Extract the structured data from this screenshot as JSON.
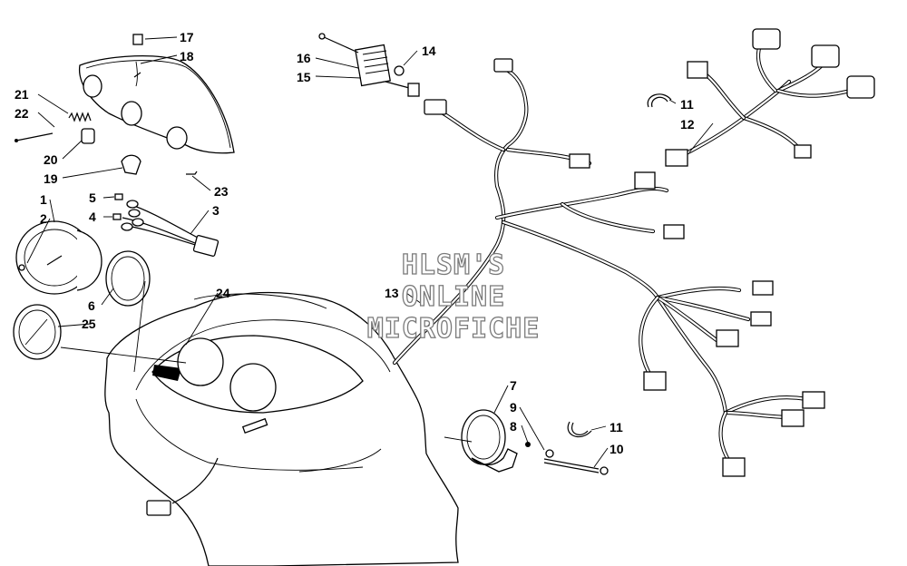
{
  "watermark": {
    "line1": "HLSM'S",
    "line2": "ONLINE",
    "line3": "MICROFICHE"
  },
  "callouts": {
    "c1": "1",
    "c2": "2",
    "c3": "3",
    "c4": "4",
    "c5": "5",
    "c6": "6",
    "c7": "7",
    "c8": "8",
    "c9": "9",
    "c10": "10",
    "c11a": "11",
    "c11b": "11",
    "c12": "12",
    "c13": "13",
    "c14": "14",
    "c15": "15",
    "c16": "16",
    "c17": "17",
    "c18": "18",
    "c19": "19",
    "c20": "20",
    "c21": "21",
    "c22": "22",
    "c23": "23",
    "c24": "24",
    "c25": "25"
  },
  "colors": {
    "line": "#000000",
    "watermark_outline": "#7a7a7a",
    "background": "#ffffff"
  }
}
